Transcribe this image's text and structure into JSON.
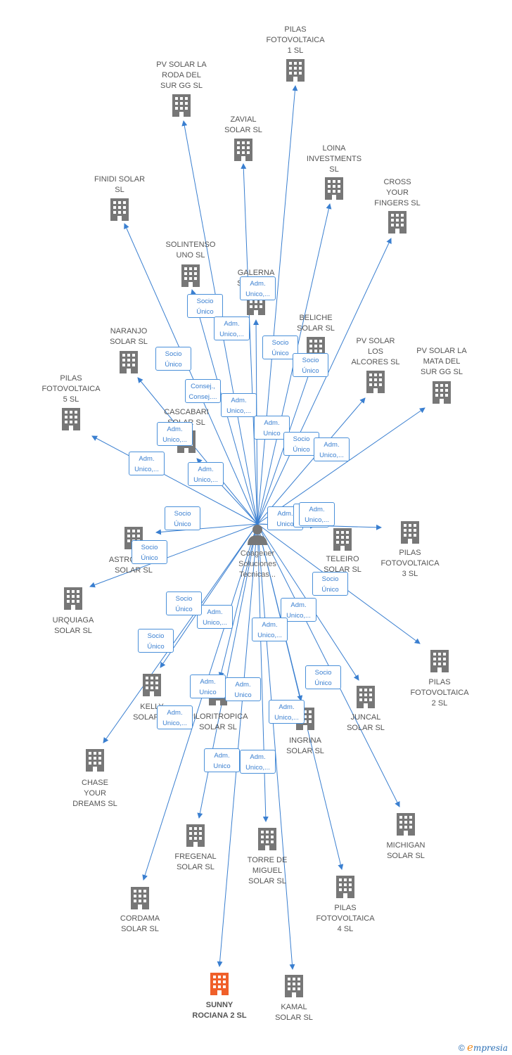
{
  "center": {
    "label": "Coagener\nSoluciones\nTecnicas...",
    "icon": "person-icon"
  },
  "colors": {
    "edge": "#3a7fd0",
    "building": "#777777",
    "highlight": "#f0602a",
    "badge_border": "#4a90d9"
  },
  "companies": [
    {
      "id": "pilas1",
      "label": "PILAS\nFOTOVOLTAICA\n1 SL",
      "icon": "building-icon"
    },
    {
      "id": "pvroda",
      "label": "PV SOLAR LA\nRODA DEL\nSUR GG SL",
      "icon": "building-icon"
    },
    {
      "id": "zavial",
      "label": "ZAVIAL\nSOLAR SL",
      "icon": "building-icon"
    },
    {
      "id": "loina",
      "label": "LOINA\nINVESTMENTS\nSL",
      "icon": "building-icon"
    },
    {
      "id": "finidi",
      "label": "FINIDI SOLAR\nSL",
      "icon": "building-icon"
    },
    {
      "id": "cross",
      "label": "CROSS\nYOUR\nFINGERS SL",
      "icon": "building-icon"
    },
    {
      "id": "solintenso",
      "label": "SOLINTENSO\nUNO SL",
      "icon": "building-icon"
    },
    {
      "id": "galerna",
      "label": "GALERNA\nSOLAR SL",
      "icon": "building-icon"
    },
    {
      "id": "beliche",
      "label": "BELICHE\nSOLAR SL",
      "icon": "building-icon"
    },
    {
      "id": "naranjo",
      "label": "NARANJO\nSOLAR SL",
      "icon": "building-icon"
    },
    {
      "id": "pvalcores",
      "label": "PV SOLAR\nLOS\nALCORES SL",
      "icon": "building-icon"
    },
    {
      "id": "pvmata",
      "label": "PV SOLAR LA\nMATA DEL\nSUR GG SL",
      "icon": "building-icon"
    },
    {
      "id": "pilas5",
      "label": "PILAS\nFOTOVOLTAICA\n5 SL",
      "icon": "building-icon"
    },
    {
      "id": "cascabari",
      "label": "CASCABARI\nSOLAR SL",
      "icon": "building-icon"
    },
    {
      "id": "astrolabio",
      "label": "ASTROLABIO\nSOLAR SL",
      "icon": "building-icon"
    },
    {
      "id": "teleiro",
      "label": "TELEIRO\nSOLAR SL",
      "icon": "building-icon"
    },
    {
      "id": "pilas3",
      "label": "PILAS\nFOTOVOLTAICA\n3 SL",
      "icon": "building-icon"
    },
    {
      "id": "urquiaga",
      "label": "URQUIAGA\nSOLAR SL",
      "icon": "building-icon"
    },
    {
      "id": "pilas2",
      "label": "PILAS\nFOTOVOLTAICA\n2 SL",
      "icon": "building-icon"
    },
    {
      "id": "kelly",
      "label": "KELLY\nSOLAR SL",
      "icon": "building-icon"
    },
    {
      "id": "piloritropica",
      "label": "PILORITROPICA\nSOLAR SL",
      "icon": "building-icon"
    },
    {
      "id": "juncal",
      "label": "JUNCAL\nSOLAR SL",
      "icon": "building-icon"
    },
    {
      "id": "ingrina",
      "label": "INGRINA\nSOLAR SL",
      "icon": "building-icon"
    },
    {
      "id": "chase",
      "label": "CHASE\nYOUR\nDREAMS SL",
      "icon": "building-icon"
    },
    {
      "id": "michigan",
      "label": "MICHIGAN\nSOLAR SL",
      "icon": "building-icon"
    },
    {
      "id": "fregenal",
      "label": "FREGENAL\nSOLAR SL",
      "icon": "building-icon"
    },
    {
      "id": "torre",
      "label": "TORRE DE\nMIGUEL\nSOLAR SL",
      "icon": "building-icon"
    },
    {
      "id": "pilas4",
      "label": "PILAS\nFOTOVOLTAICA\n4 SL",
      "icon": "building-icon"
    },
    {
      "id": "cordama",
      "label": "CORDAMA\nSOLAR SL",
      "icon": "building-icon"
    },
    {
      "id": "sunny",
      "label": "SUNNY\nROCIANA 2 SL",
      "icon": "building-icon",
      "highlight": true
    },
    {
      "id": "kamal",
      "label": "KAMAL\nSOLAR SL",
      "icon": "building-icon"
    }
  ],
  "roles": [
    "Adm.\nUnico,...",
    "Socio\nÚnico",
    "Adm.\nUnico,...",
    "Socio\nÚnico",
    "Socio\nÚnico",
    "Socio\nÚnico",
    "Consej.,\nConsej....",
    "Adm.\nUnico,...",
    "Adm.\nUnico",
    "Socio\nÚnico",
    "Adm.\nUnico,...",
    "Adm.\nUnico,...",
    "Adm.\nUnico,...",
    "Adm.\nUnico,...",
    "Socio\nÚnico",
    "Socio\nÚnico",
    "Adm.\nUnico",
    "Adm.\nUnico,...",
    "Socio\nÚnico",
    "Adm.\nUnico,...",
    "Adm.\nUnico,...",
    "Socio\nÚnico",
    "Adm.\nUnico,...",
    "Socio\nÚnico",
    "Adm.\nUnico",
    "Adm.\nUnico",
    "Adm.\nUnico,...",
    "Adm.\nUnico,...",
    "Socio\nÚnico",
    "Adm.\nUnico,...",
    "Adm.\nUnico",
    "Adm.\nUnico,..."
  ],
  "footer": {
    "copyright": "©",
    "brand_initial": "e",
    "brand_rest": "mpresia"
  }
}
